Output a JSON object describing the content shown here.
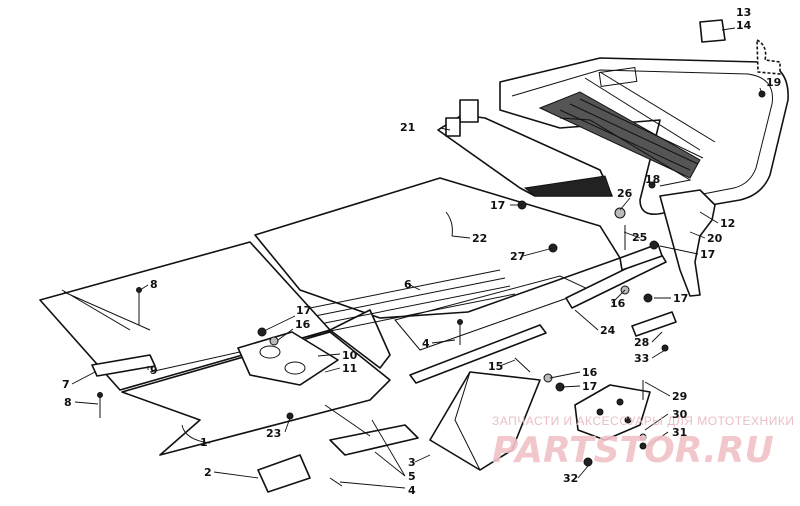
{
  "diagram": {
    "labels": [
      {
        "id": "13",
        "text": "13"
      },
      {
        "id": "14",
        "text": "14"
      },
      {
        "id": "19",
        "text": "19"
      },
      {
        "id": "21",
        "text": "21"
      },
      {
        "id": "18",
        "text": "18"
      },
      {
        "id": "26",
        "text": "26"
      },
      {
        "id": "17a",
        "text": "17"
      },
      {
        "id": "22",
        "text": "22"
      },
      {
        "id": "12",
        "text": "12"
      },
      {
        "id": "25",
        "text": "25"
      },
      {
        "id": "20",
        "text": "20"
      },
      {
        "id": "17b",
        "text": "17"
      },
      {
        "id": "27",
        "text": "27"
      },
      {
        "id": "6",
        "text": "6"
      },
      {
        "id": "16a",
        "text": "16"
      },
      {
        "id": "17c",
        "text": "17"
      },
      {
        "id": "8a",
        "text": "8"
      },
      {
        "id": "17d",
        "text": "17"
      },
      {
        "id": "16b",
        "text": "16"
      },
      {
        "id": "24",
        "text": "24"
      },
      {
        "id": "28",
        "text": "28"
      },
      {
        "id": "4a",
        "text": "4"
      },
      {
        "id": "10",
        "text": "10"
      },
      {
        "id": "11",
        "text": "11"
      },
      {
        "id": "33",
        "text": "33"
      },
      {
        "id": "7",
        "text": "7"
      },
      {
        "id": "9",
        "text": "9"
      },
      {
        "id": "15",
        "text": "15"
      },
      {
        "id": "16c",
        "text": "16"
      },
      {
        "id": "17e",
        "text": "17"
      },
      {
        "id": "8b",
        "text": "8"
      },
      {
        "id": "29",
        "text": "29"
      },
      {
        "id": "30",
        "text": "30"
      },
      {
        "id": "31",
        "text": "31"
      },
      {
        "id": "23",
        "text": "23"
      },
      {
        "id": "1",
        "text": "1"
      },
      {
        "id": "3",
        "text": "3"
      },
      {
        "id": "2",
        "text": "2"
      },
      {
        "id": "5",
        "text": "5"
      },
      {
        "id": "4b",
        "text": "4"
      },
      {
        "id": "32",
        "text": "32"
      }
    ]
  },
  "watermark": {
    "small_text": "ЗАПЧАСТИ И АКСЕССУАРЫ ДЛЯ МОТОТЕХНИКИ",
    "big_text": "PARTSTOR.RU"
  }
}
